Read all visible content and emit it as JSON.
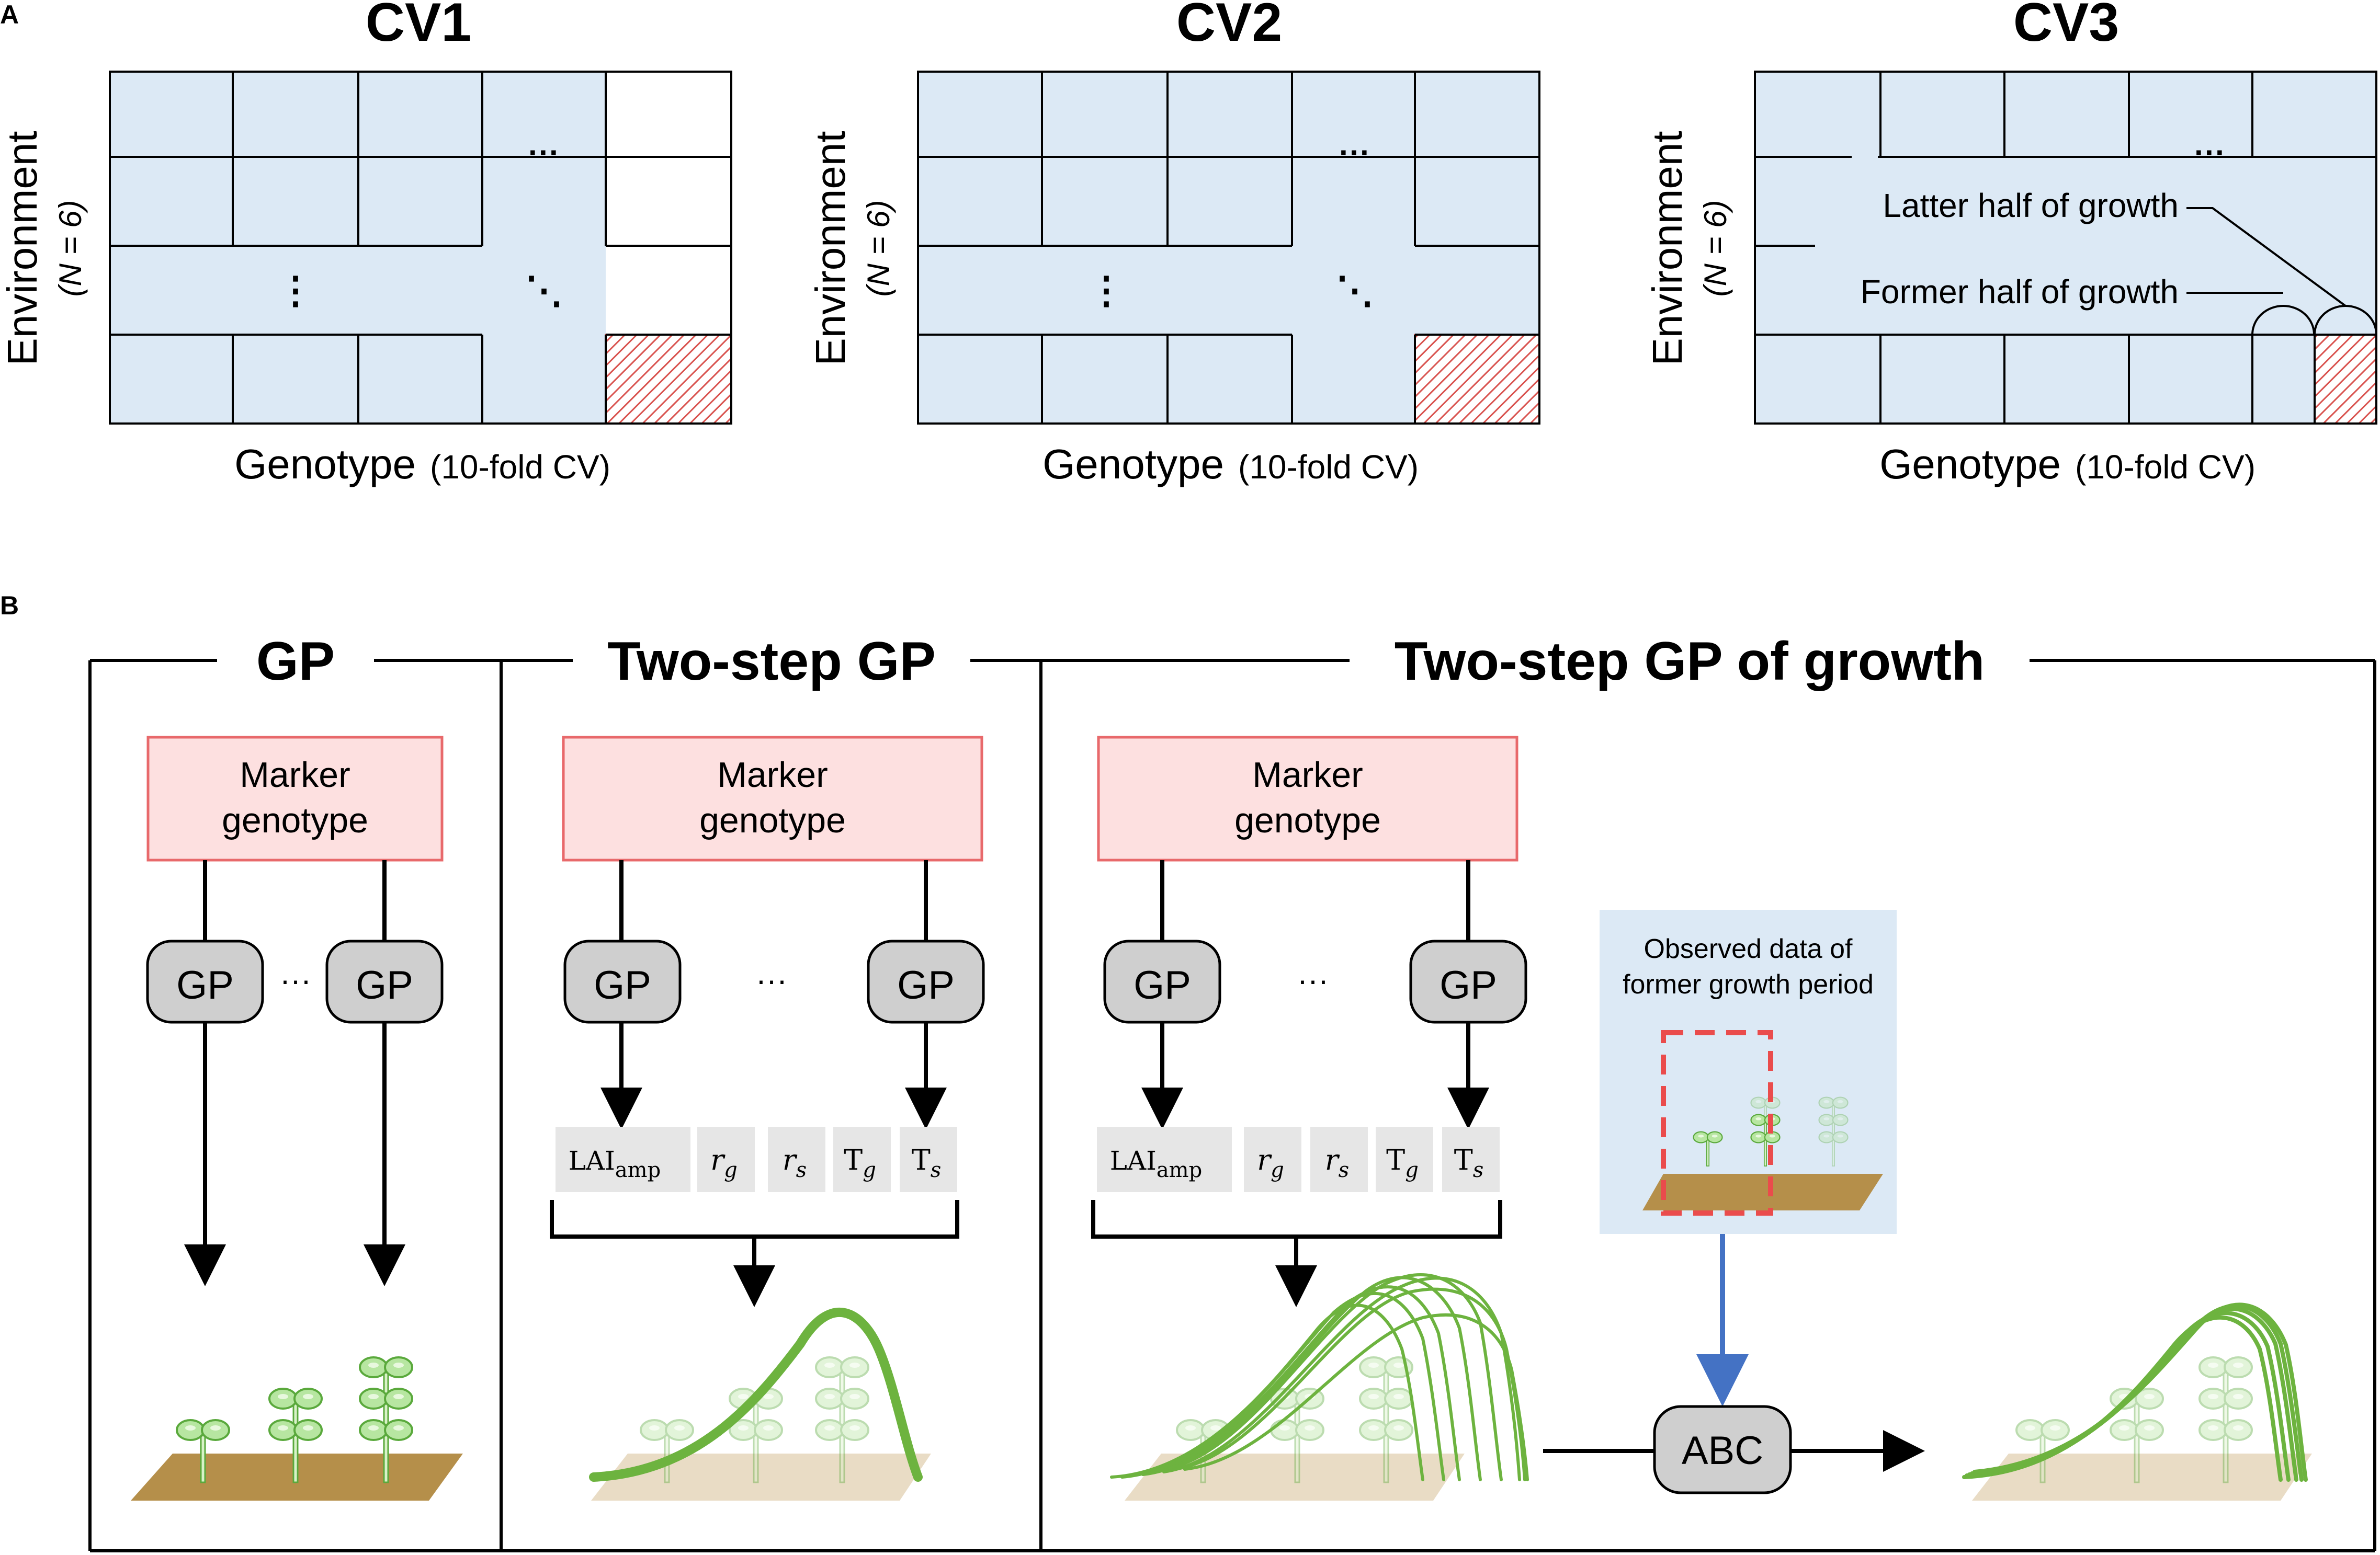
{
  "panel_a": {
    "label": "A",
    "ellipsis_h": "···",
    "ellipsis_v": "⋮",
    "ellipsis_d": "⋱",
    "env_label": "Environment",
    "env_sub": "(N = 6)",
    "geno_label": "Genotype",
    "geno_sub": "(10-fold CV)",
    "cv_titles": [
      "CV1",
      "CV2",
      "CV3"
    ],
    "latter_half": "Latter half of growth",
    "former_half": "Former half of growth"
  },
  "panel_b": {
    "label": "B",
    "sections": [
      "GP",
      "Two-step GP",
      "Two-step GP of growth"
    ],
    "marker_line1": "Marker",
    "marker_line2": "genotype",
    "gp_box": "GP",
    "dots": "···",
    "params": {
      "lai": "LAI",
      "lai_sub": "amp",
      "rg": "r",
      "rg_sub": "g",
      "rs": "r",
      "rs_sub": "s",
      "tg": "T",
      "tg_sub": "g",
      "ts": "T",
      "ts_sub": "s"
    },
    "observed_line1": "Observed data of",
    "observed_line2": "former growth period",
    "abc": "ABC"
  },
  "colors": {
    "grid_fill": "#dce9f5",
    "test_hatch": "#d9534f",
    "marker_fill": "#fde0e0",
    "marker_stroke": "#e8696b",
    "gp_fill": "#cfcfcf",
    "param_fill": "#e6e6e6",
    "soil": "#b58f4a",
    "soil_light": "#e9dcc5",
    "curve": "#6db33f",
    "leaf": "#b7e6a1",
    "leaf_stroke": "#5aa93c",
    "observed_bg": "#dce9f5",
    "dashed_red": "#ea4c4c",
    "blue_arrow": "#4472c4"
  }
}
